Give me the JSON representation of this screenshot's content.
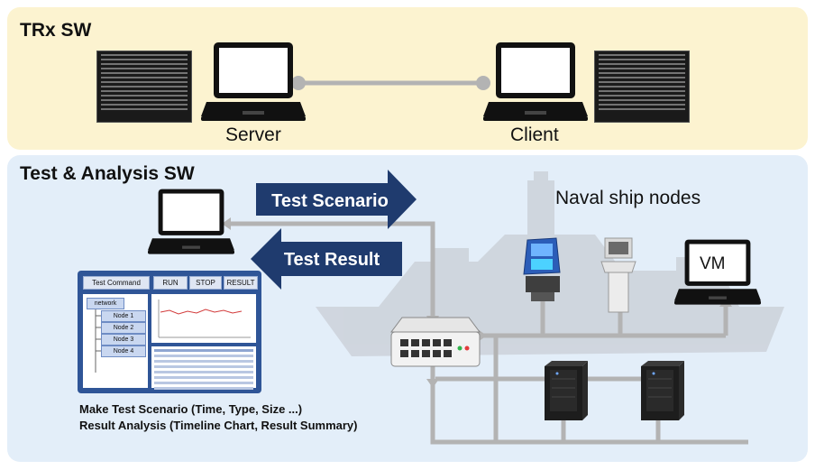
{
  "panels": {
    "trx_title": "TRx SW",
    "test_title": "Test & Analysis SW"
  },
  "labels": {
    "server": "Server",
    "client": "Client",
    "naval_nodes": "Naval ship nodes",
    "vm": "VM"
  },
  "arrows": {
    "scenario": "Test Scenario",
    "result": "Test Result"
  },
  "app_window": {
    "buttons": [
      "Test Command",
      "RUN",
      "STOP",
      "RESULT"
    ],
    "tree_root": "network",
    "nodes": [
      "Node 1",
      "Node 2",
      "Node 3",
      "Node 4"
    ]
  },
  "captions": {
    "line1": "Make Test Scenario (Time, Type, Size ...)",
    "line2": "Result Analysis (Timeline Chart, Result Summary)"
  },
  "colors": {
    "trx_bg": "#fcf3d0",
    "test_bg": "#e3eef9",
    "arrow": "#1f3b6e",
    "wire": "#b3b3b3",
    "app_blue": "#2f5597"
  }
}
